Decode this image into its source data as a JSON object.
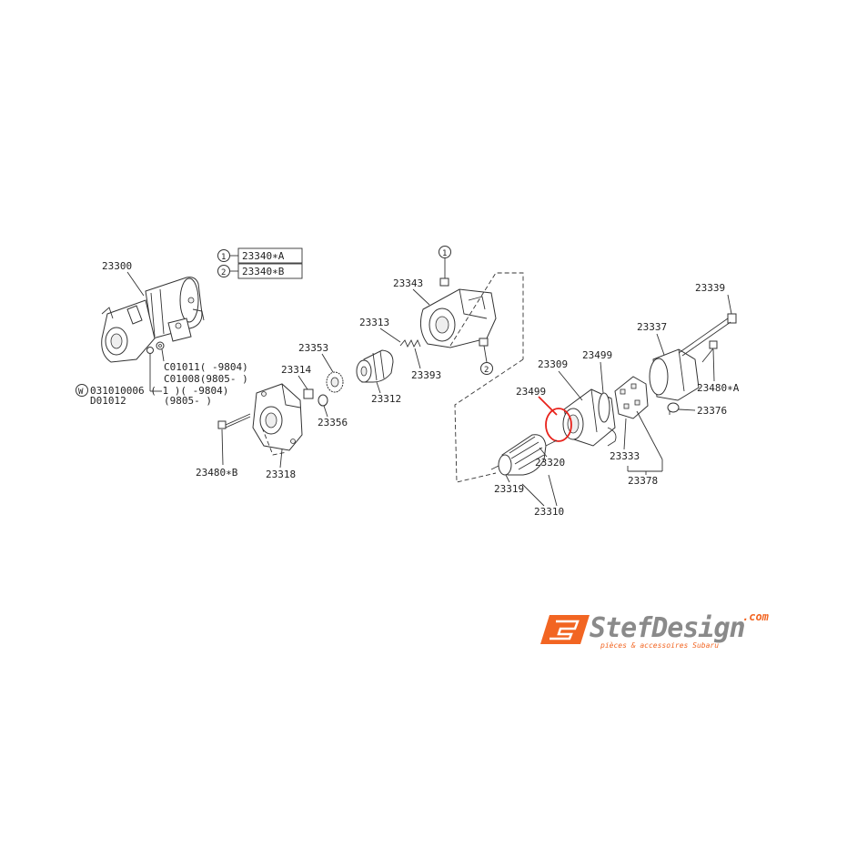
{
  "diagram": {
    "labels": {
      "p23300": "23300",
      "p23340a": "23340∗A",
      "p23340b": "23340∗B",
      "legend1": "1",
      "legend2": "2",
      "c01011": "C01011(    -9804)",
      "c01008": "C01008(9805-    )",
      "w_mark": "W",
      "w031010006": "031010006 ( 1 )(    -9804)",
      "d01012": "D01012",
      "range9805": "(9805-    )",
      "p23343": "23343",
      "p23313": "23313",
      "p23353": "23353",
      "p23314": "23314",
      "p23312": "23312",
      "p23393": "23393",
      "p23356": "23356",
      "p23480b": "23480∗B",
      "p23318": "23318",
      "p23309": "23309",
      "p23499a": "23499",
      "p23499b": "23499",
      "p23320": "23320",
      "p23319": "23319",
      "p23310": "23310",
      "p23337": "23337",
      "p23339": "23339",
      "p23480a": "23480∗A",
      "p23376": "23376",
      "p23333": "23333",
      "p23378": "23378"
    }
  },
  "logo": {
    "mark": "SD",
    "brand": "StefDesign",
    "tld": ".com",
    "tagline": "pièces & accessoires Subaru"
  },
  "colors": {
    "highlight": "#e8221b",
    "logo_orange": "#f26522",
    "logo_grey": "#8a8a8a"
  }
}
